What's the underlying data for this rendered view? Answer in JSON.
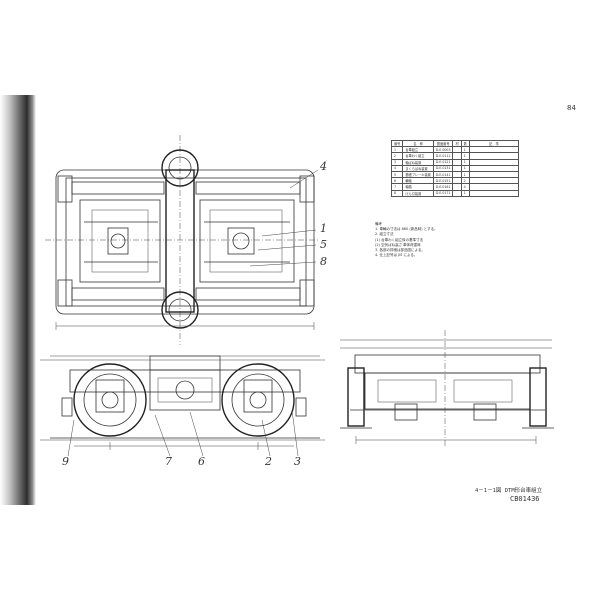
{
  "page_number": "84",
  "callouts": {
    "c1": "1",
    "c2": "2",
    "c3": "3",
    "c4": "4",
    "c5": "5",
    "c6": "6",
    "c7": "7",
    "c8": "8",
    "c9": "9"
  },
  "parts_table": {
    "headers": [
      "番号",
      "名　称",
      "図面番号",
      "材",
      "数",
      "記　事"
    ],
    "rows": [
      [
        "1",
        "台車組立",
        "D.E.0003",
        "",
        "1",
        ""
      ],
      [
        "2",
        "台車わく組立",
        "D.E.0111",
        "",
        "1",
        ""
      ],
      [
        "3",
        "軸ばね装置",
        "D.E.0121",
        "",
        "1",
        ""
      ],
      [
        "4",
        "まくらばね装置",
        "D.E.0131",
        "",
        "1",
        ""
      ],
      [
        "5",
        "基礎ブレーキ装置",
        "D.E.0141",
        "",
        "1",
        ""
      ],
      [
        "6",
        "輪軸",
        "D.E.0151",
        "",
        "2",
        ""
      ],
      [
        "7",
        "軸箱",
        "D.E.0161",
        "",
        "4",
        ""
      ],
      [
        "8",
        "けん引装置",
        "D.E.0171",
        "",
        "1",
        ""
      ]
    ]
  },
  "notes": {
    "title": "備考",
    "lines": [
      "1. 車輪の寸法は 860 (新品時) とする。",
      "2. 組立寸法",
      "  (1) 台車わく組立後の基準寸法",
      "  (2) 空気ばね高さ 車体荷重時",
      "3. 各部の詳細は部品図による。",
      "4. 仕上記号は JIS による。"
    ]
  },
  "caption": {
    "figure": "4－1－1図 DTM形台車組立",
    "drawing_no": "CB01436"
  }
}
